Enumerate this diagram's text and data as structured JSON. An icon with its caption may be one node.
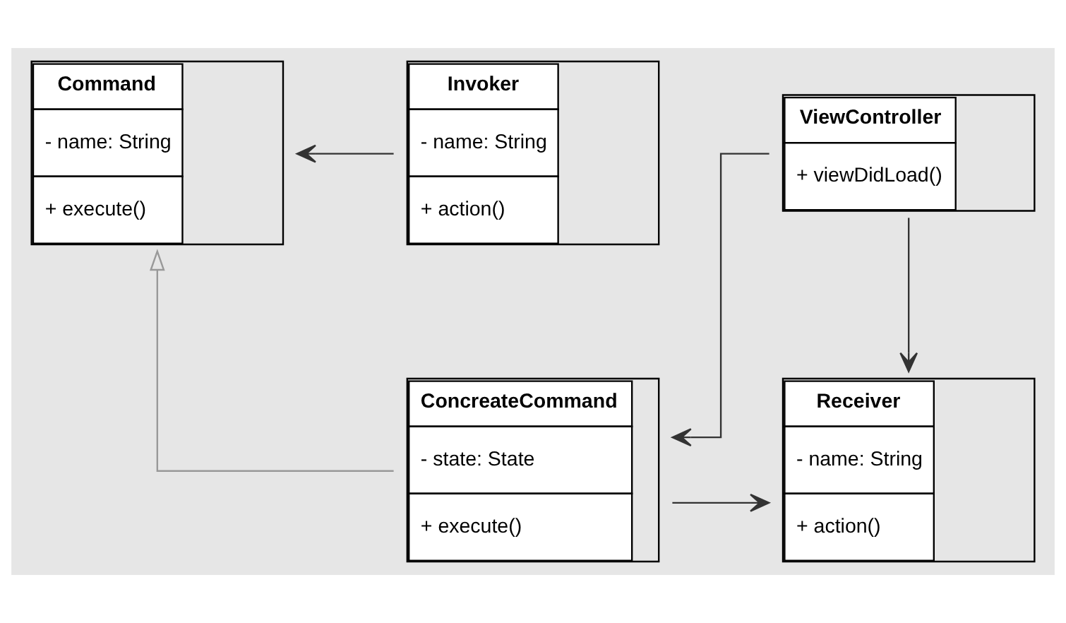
{
  "diagram": {
    "nodes": [
      {
        "text": [
          "ViewController",
          "+ viewDidLoad()"
        ]
      },
      {
        "text": [
          "Invoker",
          "- name: String",
          "+ action()"
        ]
      },
      {
        "text": [
          "Command",
          "- name: String",
          "+ execute()"
        ]
      },
      {
        "text": [
          "Receiver",
          "- name: String",
          "+ action()"
        ]
      },
      {
        "text": [
          "ConcreateCommand",
          "- state: State",
          "+ execute()"
        ]
      }
    ],
    "edges": [
      {
        "from": 0,
        "to": 3,
        "arrow": "to"
      },
      {
        "from": 1,
        "to": 2,
        "arrow": "to"
      },
      {
        "from": 4,
        "to": 2,
        "arrow": "to",
        "color": "#999999"
      },
      {
        "from": 4,
        "to": 3,
        "arrow": "to"
      },
      {
        "from": 0,
        "to": 4,
        "arrow": "to"
      }
    ]
  }
}
